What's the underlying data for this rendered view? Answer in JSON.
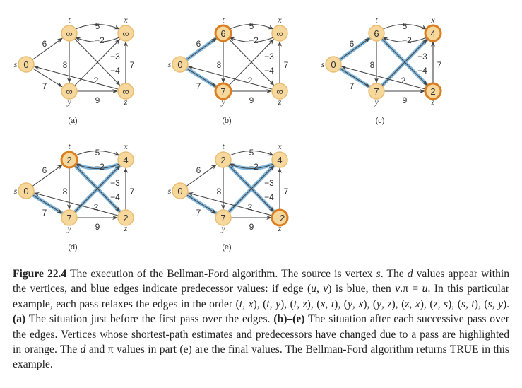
{
  "figure": {
    "vertices": [
      "s",
      "t",
      "x",
      "y",
      "z"
    ],
    "edges": [
      {
        "from": "s",
        "to": "t",
        "w": "6"
      },
      {
        "from": "s",
        "to": "y",
        "w": "7"
      },
      {
        "from": "t",
        "to": "x",
        "w": "5"
      },
      {
        "from": "x",
        "to": "t",
        "w": "−2"
      },
      {
        "from": "t",
        "to": "y",
        "w": "8"
      },
      {
        "from": "t",
        "to": "z",
        "w": "−4"
      },
      {
        "from": "y",
        "to": "x",
        "w": "−3"
      },
      {
        "from": "y",
        "to": "z",
        "w": "9"
      },
      {
        "from": "z",
        "to": "x",
        "w": "7"
      },
      {
        "from": "z",
        "to": "s",
        "w": "2"
      }
    ],
    "colors": {
      "node_fill": "#f7d89c",
      "node_stroke": "#e9bd73",
      "highlight": "#d97f22",
      "blue": "#7fb6dc",
      "edge": "#444444"
    },
    "panels": [
      {
        "label": "(a)",
        "d": {
          "s": "0",
          "t": "∞",
          "x": "∞",
          "y": "∞",
          "z": "∞"
        },
        "highlight": [],
        "blue": []
      },
      {
        "label": "(b)",
        "d": {
          "s": "0",
          "t": "6",
          "x": "∞",
          "y": "7",
          "z": "∞"
        },
        "highlight": [
          "t",
          "y"
        ],
        "blue": [
          [
            "s",
            "t"
          ],
          [
            "s",
            "y"
          ]
        ]
      },
      {
        "label": "(c)",
        "d": {
          "s": "0",
          "t": "6",
          "x": "4",
          "y": "7",
          "z": "2"
        },
        "highlight": [
          "x",
          "z"
        ],
        "blue": [
          [
            "s",
            "t"
          ],
          [
            "s",
            "y"
          ],
          [
            "y",
            "x"
          ],
          [
            "t",
            "z"
          ]
        ]
      },
      {
        "label": "(d)",
        "d": {
          "s": "0",
          "t": "2",
          "x": "4",
          "y": "7",
          "z": "2"
        },
        "highlight": [
          "t"
        ],
        "blue": [
          [
            "x",
            "t"
          ],
          [
            "s",
            "y"
          ],
          [
            "y",
            "x"
          ],
          [
            "t",
            "z"
          ]
        ]
      },
      {
        "label": "(e)",
        "d": {
          "s": "0",
          "t": "2",
          "x": "4",
          "y": "7",
          "z": "−2"
        },
        "highlight": [
          "z"
        ],
        "blue": [
          [
            "x",
            "t"
          ],
          [
            "s",
            "y"
          ],
          [
            "y",
            "x"
          ],
          [
            "t",
            "z"
          ]
        ]
      }
    ]
  },
  "caption": [
    {
      "t": "Figure 22.4",
      "s": "b"
    },
    {
      "t": " The execution of the Bellman-Ford algorithm. The source is vertex "
    },
    {
      "t": "s",
      "s": "i"
    },
    {
      "t": ". The "
    },
    {
      "t": "d",
      "s": "i"
    },
    {
      "t": " values appear within the vertices, and blue edges indicate predecessor values: if edge ("
    },
    {
      "t": "u",
      "s": "i"
    },
    {
      "t": ", "
    },
    {
      "t": "v",
      "s": "i"
    },
    {
      "t": ") is blue, then "
    },
    {
      "t": "v",
      "s": "i"
    },
    {
      "t": ".π = "
    },
    {
      "t": "u",
      "s": "i"
    },
    {
      "t": ". In this particular example, each pass relaxes the edges in the order ("
    },
    {
      "t": "t",
      "s": "i"
    },
    {
      "t": ", "
    },
    {
      "t": "x",
      "s": "i"
    },
    {
      "t": "), ("
    },
    {
      "t": "t",
      "s": "i"
    },
    {
      "t": ", "
    },
    {
      "t": "y",
      "s": "i"
    },
    {
      "t": "), ("
    },
    {
      "t": "t",
      "s": "i"
    },
    {
      "t": ", "
    },
    {
      "t": "z",
      "s": "i"
    },
    {
      "t": "), ("
    },
    {
      "t": "x",
      "s": "i"
    },
    {
      "t": ", "
    },
    {
      "t": "t",
      "s": "i"
    },
    {
      "t": "), ("
    },
    {
      "t": "y",
      "s": "i"
    },
    {
      "t": ", "
    },
    {
      "t": "x",
      "s": "i"
    },
    {
      "t": "), ("
    },
    {
      "t": "y",
      "s": "i"
    },
    {
      "t": ", "
    },
    {
      "t": "z",
      "s": "i"
    },
    {
      "t": "), ("
    },
    {
      "t": "z",
      "s": "i"
    },
    {
      "t": ", "
    },
    {
      "t": "x",
      "s": "i"
    },
    {
      "t": "), ("
    },
    {
      "t": "z",
      "s": "i"
    },
    {
      "t": ", "
    },
    {
      "t": "s",
      "s": "i"
    },
    {
      "t": "), ("
    },
    {
      "t": "s",
      "s": "i"
    },
    {
      "t": ", "
    },
    {
      "t": "t",
      "s": "i"
    },
    {
      "t": "), ("
    },
    {
      "t": "s",
      "s": "i"
    },
    {
      "t": ", "
    },
    {
      "t": "y",
      "s": "i"
    },
    {
      "t": "). "
    },
    {
      "t": "(a)",
      "s": "b"
    },
    {
      "t": " The situation just before the first pass over the edges. "
    },
    {
      "t": "(b)–(e)",
      "s": "b"
    },
    {
      "t": " The situation after each successive pass over the edges. Vertices whose shortest-path estimates and predecessors have changed due to a pass are highlighted in orange. The "
    },
    {
      "t": "d",
      "s": "i"
    },
    {
      "t": " and π values in part (e) are the final values. The Bellman-Ford algorithm returns TRUE in this example."
    }
  ]
}
